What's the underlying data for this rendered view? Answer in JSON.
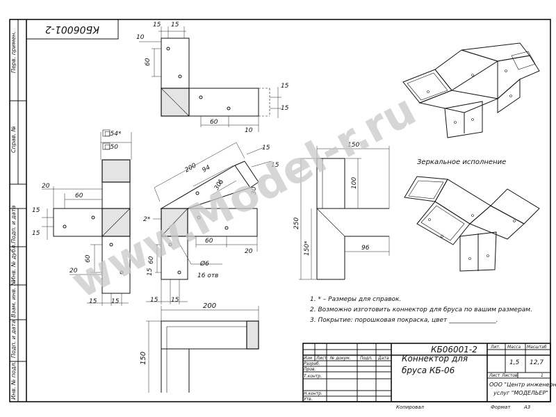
{
  "doc_code": "КБ06001-2",
  "doc_code_rotated": "КБ06001-2",
  "watermark": "www.Model-r.ru",
  "mirror_label": "Зеркальное исполнение",
  "notes": [
    "1. * – Размеры для справок.",
    "2. Возможно изготовить коннектор для бруса по вашим размерам.",
    "3. Покрытие: порошковая покраска, цвет _______________."
  ],
  "left_strip": [
    "Перв. примен.",
    "Справ. №",
    "Подп. и дата",
    "Инв. № дубл.",
    "Взам. инв. №",
    "Подп. и дата",
    "Инв. № подл."
  ],
  "title_block": {
    "code": "КБ06001-2",
    "name_line1": "Коннектор для",
    "name_line2": "бруса КБ-06",
    "col_headers": [
      "Изм",
      "Лист",
      "№ докум.",
      "Подп.",
      "Дата"
    ],
    "rows": [
      "Разраб.",
      "Пров.",
      "Т.контр.",
      "Н.контр.",
      "Утв."
    ],
    "lit_label": "Лит.",
    "mass_label": "Масса",
    "scale_label": "Масштаб",
    "mass": "1,5",
    "scale": "12,7",
    "sheet_label": "Лист",
    "sheets_label": "Листов",
    "sheets": "1",
    "org_line1": "ООО \"Центр инженерных",
    "org_line2": "услуг \"МОДЕЛЬЕР\"",
    "copied": "Копировал",
    "format": "Формат",
    "format_val": "А3"
  },
  "dims": {
    "top_15a": "15",
    "top_15b": "15",
    "top_10": "10",
    "top_60": "60",
    "top_r15a": "15",
    "top_r15b": "15",
    "top_b60": "60",
    "top_b10": "10",
    "sq54": "□54*",
    "sq50": "□50",
    "l20": "20",
    "l60": "60",
    "l15a": "15",
    "l15b": "15",
    "l60v": "60",
    "l20b": "20",
    "l15c": "15",
    "l15d": "15",
    "m200": "200",
    "m94": "94",
    "m15": "15",
    "m30": "30",
    "m30deg": "30°",
    "m15r": "15",
    "m2": "2*",
    "m60": "60",
    "m20": "20",
    "m60v": "60",
    "m15b": "15",
    "m15c": "15",
    "m15e": "15",
    "mphi": "Ø6",
    "m16": "16 отв",
    "r150": "150",
    "r100": "100",
    "r250": "250",
    "r150s": "150*",
    "r96": "96",
    "b200": "200",
    "b150": "150"
  }
}
